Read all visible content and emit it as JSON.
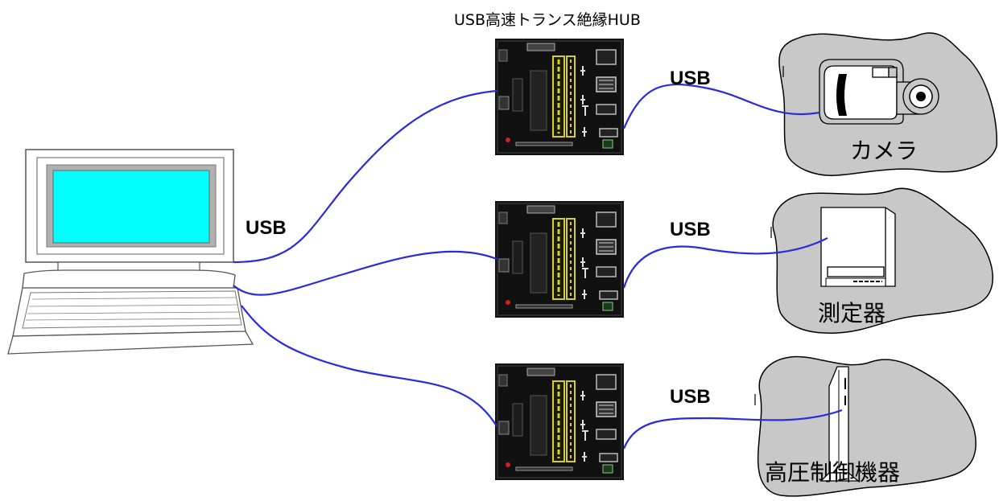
{
  "hub_title": "USB高速トランス絶縁HUB",
  "connections": {
    "pc_link_label": "USB",
    "camera_link_label": "USB",
    "meter_link_label": "USB",
    "hv_link_label": "USB"
  },
  "devices": {
    "camera": "カメラ",
    "meter": "測定器",
    "hv_controller": "高圧制御機器"
  },
  "colors": {
    "cable": "#2a2adf",
    "screen": "#00ffff",
    "device_area": "#c8c8c8",
    "hub_board": "#111111",
    "hub_print": "#d8d020"
  },
  "icons": [
    "laptop-icon",
    "isolation-hub-board-icon",
    "camera-icon",
    "measuring-instrument-icon",
    "tower-device-icon"
  ]
}
